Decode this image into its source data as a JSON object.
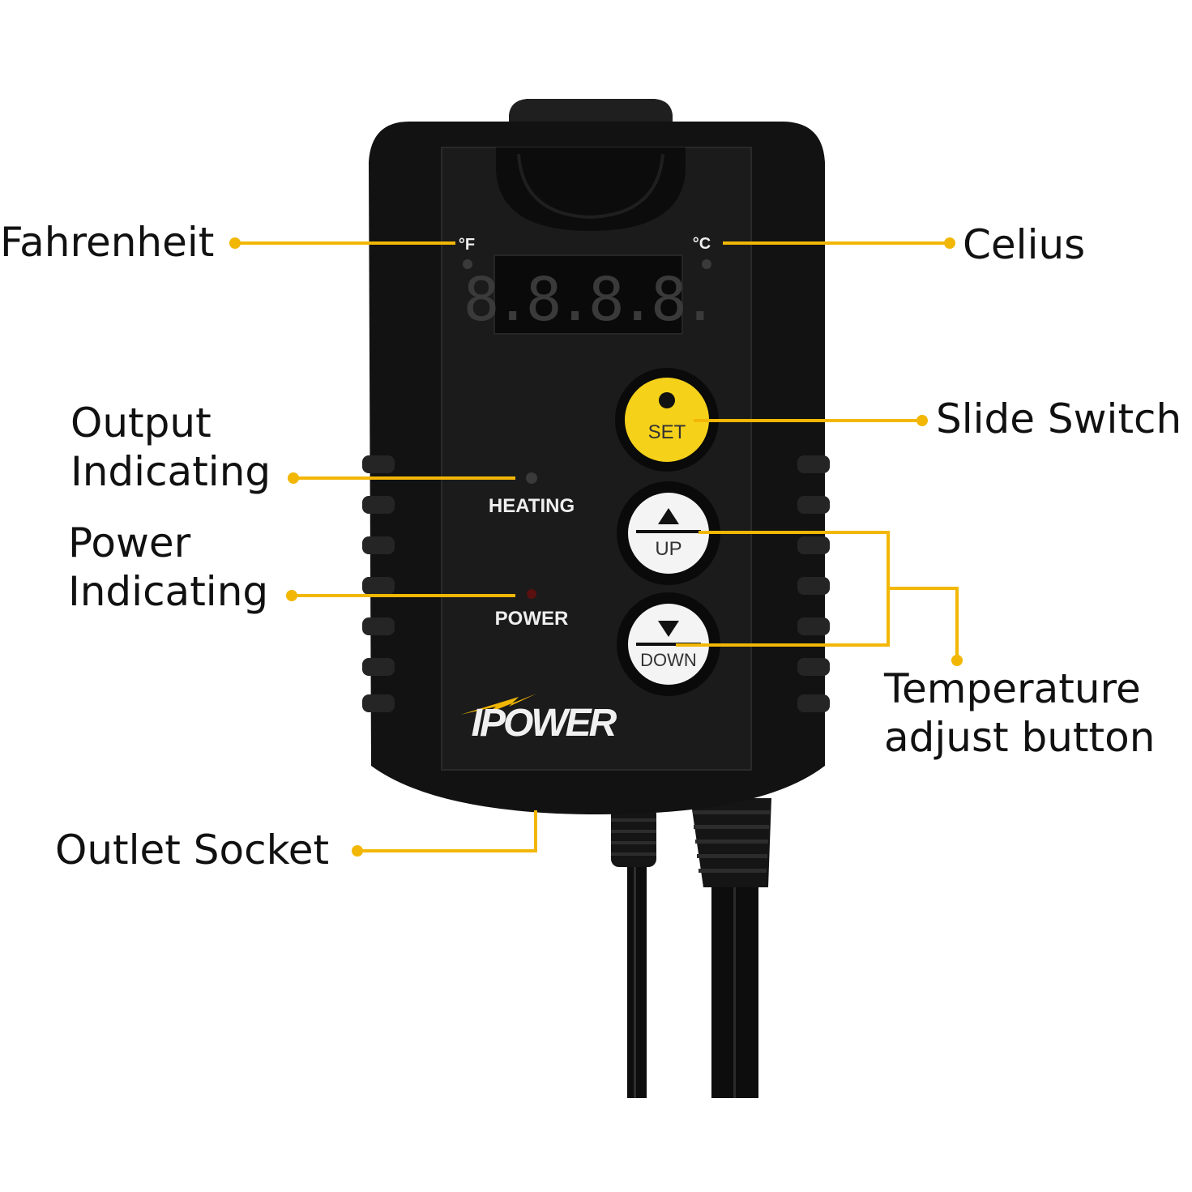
{
  "colors": {
    "accent": "#F2B705",
    "body": "#121212",
    "face": "#1b1b1b",
    "set_button": "#F5D11A",
    "button_white": "#f4f4f4",
    "led_off": "#3a3a3a",
    "power_led": "#5a1010"
  },
  "device": {
    "display_digits": "8.8.8.8.",
    "fahrenheit_mark": "°F",
    "celsius_mark": "°C",
    "heating_label": "HEATING",
    "power_label": "POWER",
    "set_label": "SET",
    "up_label": "UP",
    "down_label": "DOWN",
    "brand": "IPOWER",
    "up_icon": "triangle-up-icon",
    "down_icon": "triangle-down-icon"
  },
  "callouts": {
    "fahrenheit": "Fahrenheit",
    "celsius": "Celius",
    "slide_switch": "Slide Switch",
    "output_line1": "Output",
    "output_line2": "Indicating",
    "power_line1": "Power",
    "power_line2": "Indicating",
    "temp_line1": "Temperature",
    "temp_line2": "adjust button",
    "outlet": "Outlet Socket"
  }
}
